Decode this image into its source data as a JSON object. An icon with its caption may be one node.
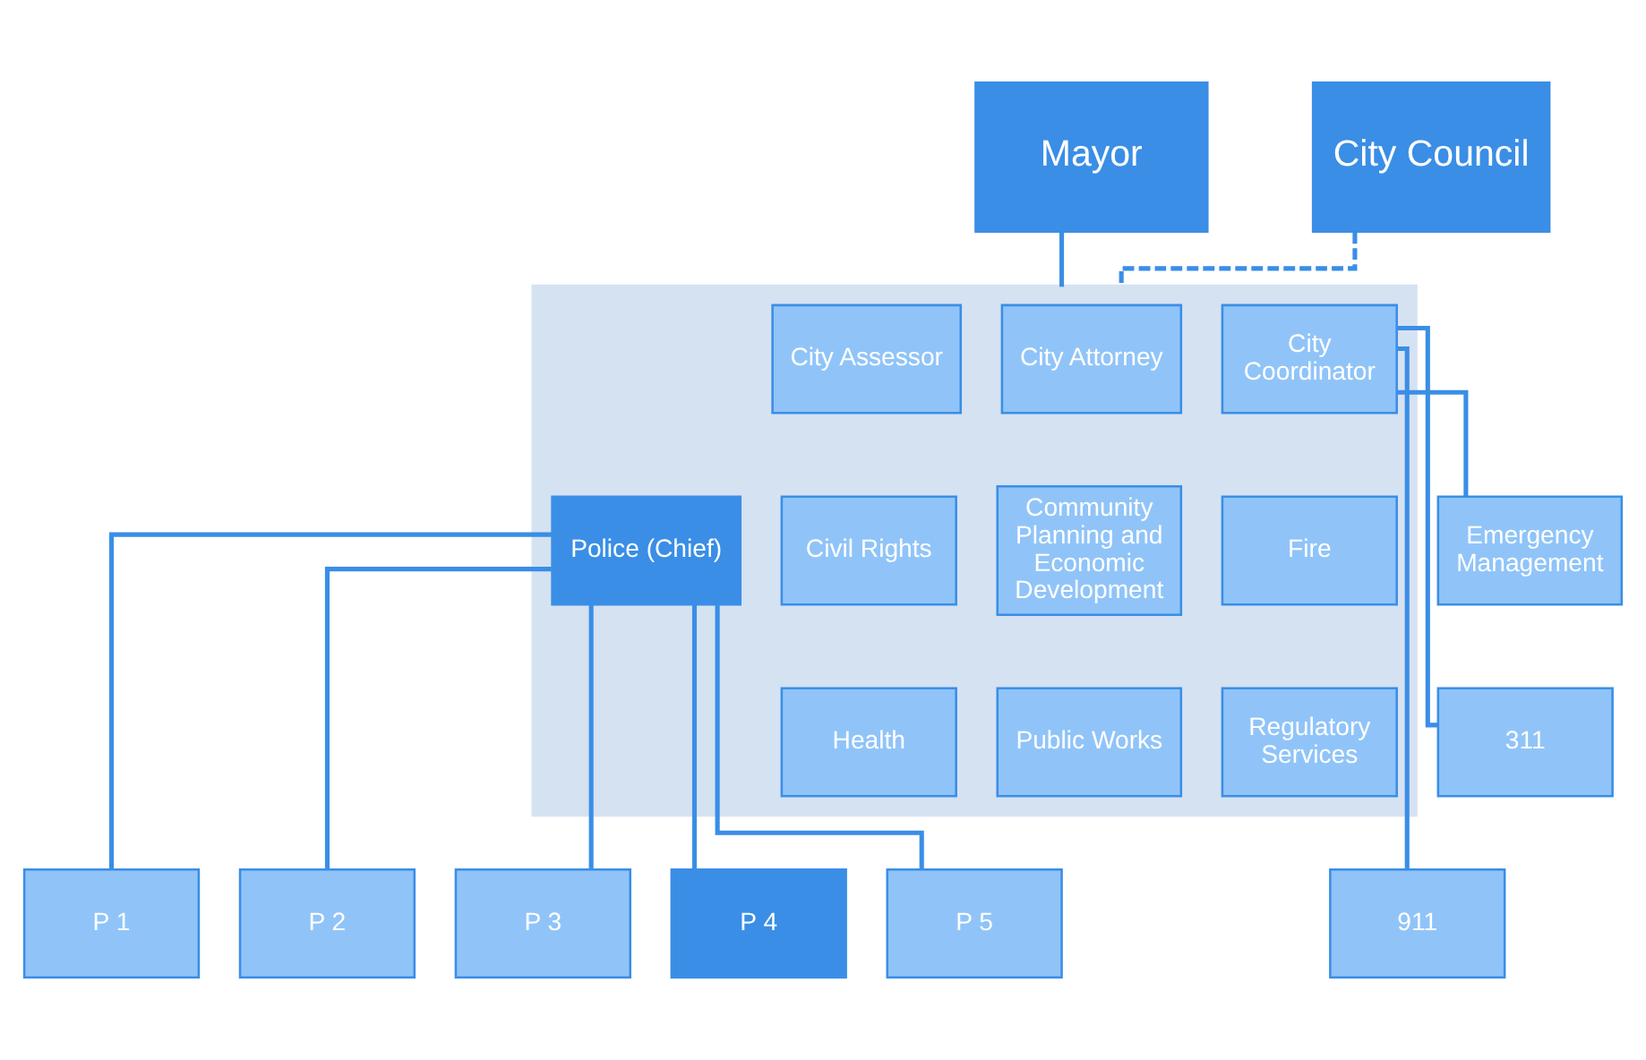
{
  "diagram": {
    "nodes": [
      {
        "text": [
          "Mayor"
        ]
      },
      {
        "text": [
          "City Council"
        ]
      },
      {
        "text": [],
        "shape": "box"
      },
      {
        "text": [
          "City Assessor"
        ],
        "in": 2
      },
      {
        "text": [
          "City Attorney"
        ],
        "in": 2
      },
      {
        "text": [
          "City Coordinator"
        ],
        "in": 2
      },
      {
        "text": [
          "Emergency Management"
        ]
      },
      {
        "text": [
          "311"
        ]
      },
      {
        "text": [
          "Police (Chief)"
        ],
        "in": 2
      },
      {
        "text": [
          "Civil Rights"
        ],
        "in": 2
      },
      {
        "text": [
          "Community Planning and Economic Development"
        ],
        "in": 2
      },
      {
        "text": [
          "Fire"
        ],
        "in": 2
      },
      {
        "text": [
          "911"
        ]
      },
      {
        "text": [
          "Health"
        ],
        "in": 2
      },
      {
        "text": [
          "Public Works"
        ],
        "in": 2
      },
      {
        "text": [
          "Regulatory Services"
        ],
        "in": 2
      },
      {
        "text": [
          "P 1"
        ]
      },
      {
        "text": [
          "P 2"
        ]
      },
      {
        "text": [
          "P 3"
        ]
      },
      {
        "text": [
          "P 4"
        ]
      },
      {
        "text": [
          "P 5"
        ]
      }
    ],
    "edges": [
      {
        "from": 0,
        "to": 2,
        "arrow": "none"
      },
      {
        "from": 1,
        "to": 2,
        "arrow": "none",
        "style": "dashed"
      },
      {
        "from": 5,
        "to": 6,
        "arrow": "none"
      },
      {
        "from": 5,
        "to": 7,
        "arrow": "none"
      },
      {
        "from": 5,
        "to": 12,
        "arrow": "none"
      },
      {
        "from": 8,
        "to": 16,
        "arrow": "none"
      },
      {
        "from": 8,
        "to": 17,
        "arrow": "none"
      },
      {
        "from": 8,
        "to": 18,
        "arrow": "none"
      },
      {
        "from": 8,
        "to": 19,
        "arrow": "none"
      },
      {
        "from": 8,
        "to": 20,
        "arrow": "none"
      }
    ]
  }
}
